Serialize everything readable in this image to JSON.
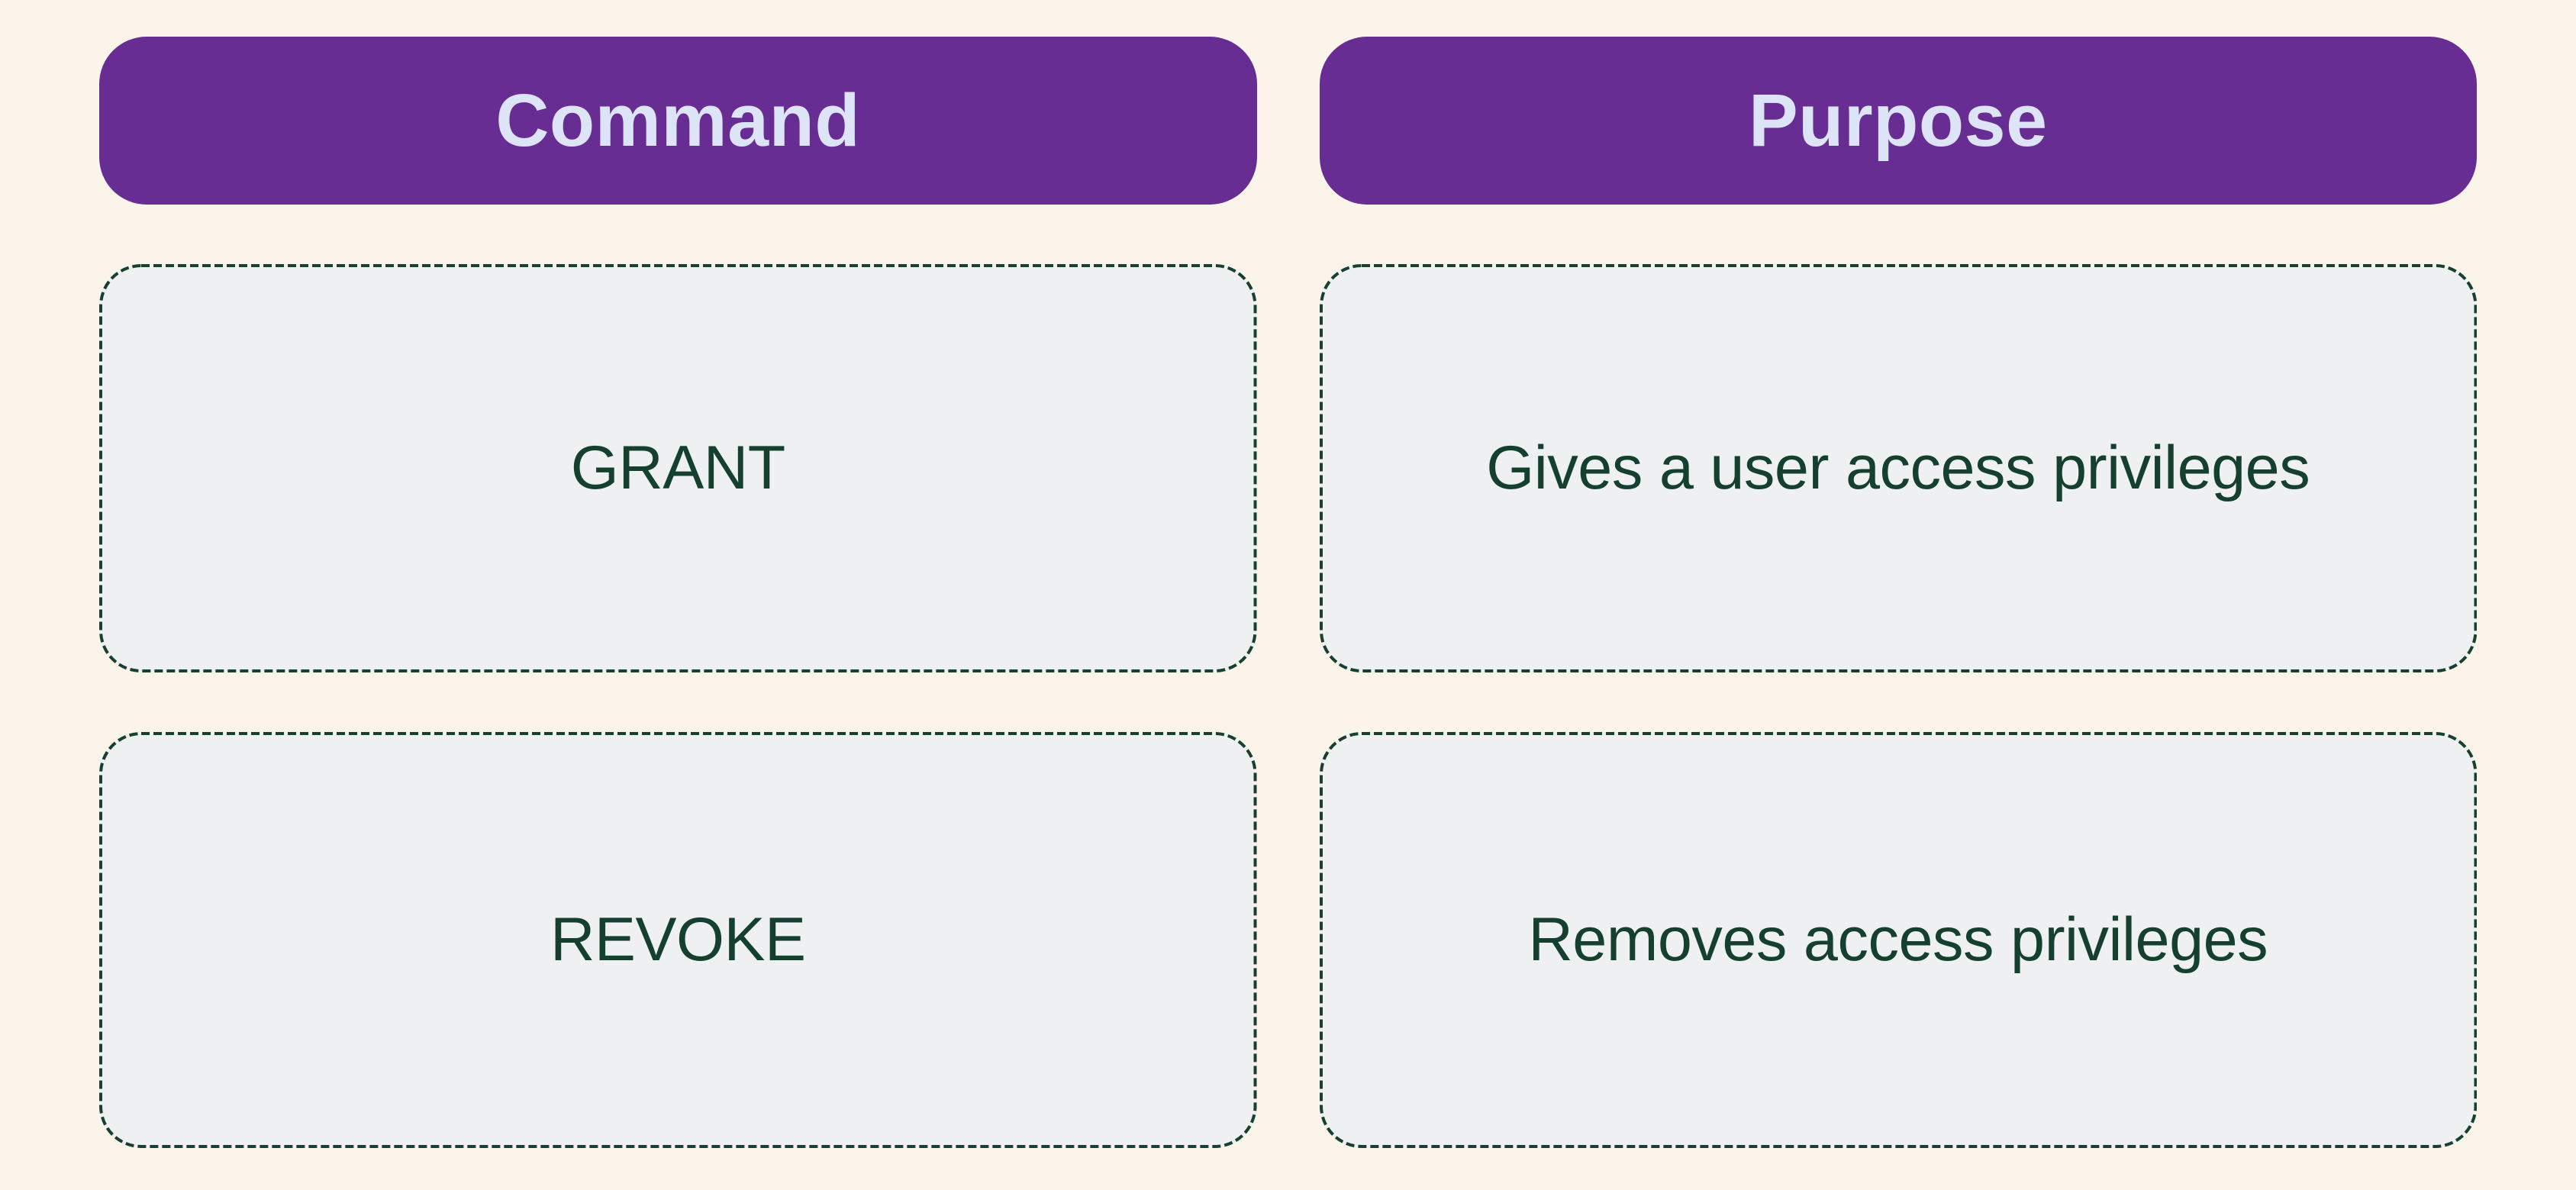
{
  "table": {
    "headers": [
      {
        "label": "Command"
      },
      {
        "label": "Purpose"
      }
    ],
    "rows": [
      {
        "command": "GRANT",
        "purpose": "Gives a user access privileges"
      },
      {
        "command": "REVOKE",
        "purpose": "Removes access privileges"
      }
    ]
  },
  "colors": {
    "page_background": "#FAF4EA",
    "header_background": "#672D92",
    "header_text": "#DDE4F7",
    "cell_background": "#EFF0F1",
    "cell_border": "#17402E",
    "cell_text": "#15402F"
  }
}
